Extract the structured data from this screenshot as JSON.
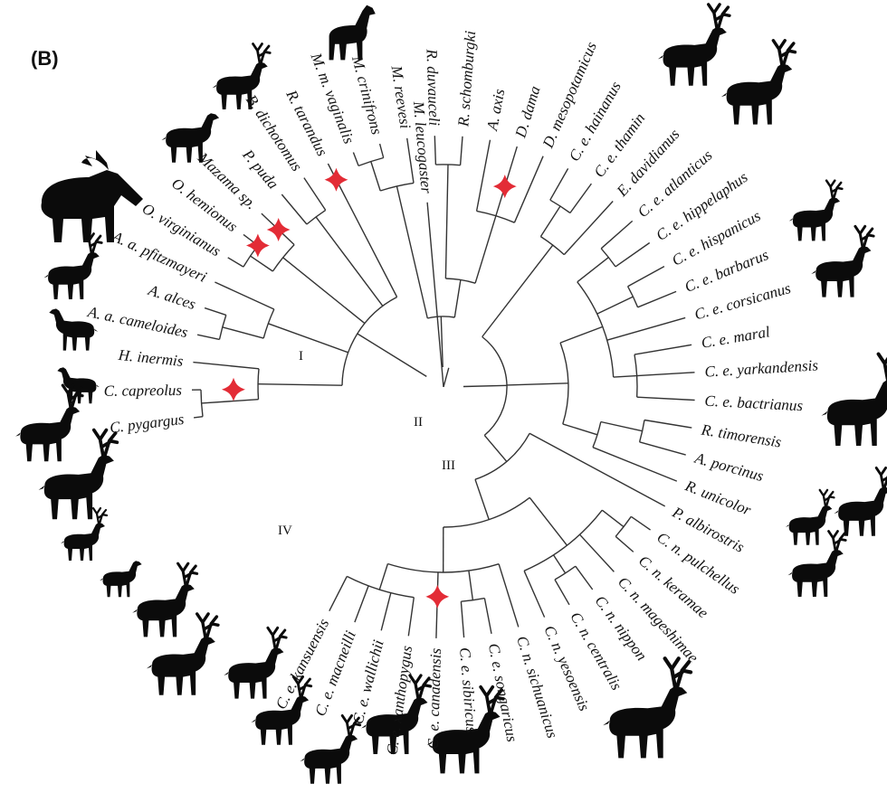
{
  "panel_label": "(B)",
  "clades": [
    "I",
    "II",
    "III",
    "IV"
  ],
  "root_taxon": "M. leucogaster",
  "taxa": [
    "C. pygargus",
    "C. capreolus",
    "H. inermis",
    "A. a. cameloides",
    "A. alces",
    "A. a. pfitzmayeri",
    "O. virginianus",
    "O. hemionus",
    "Mazama sp.",
    "P. puda",
    "B. dichotomus",
    "R. tarandus",
    "M. m. vaginalis",
    "M. crinifrons",
    "M. reevesi",
    "R. duvauceli",
    "R. schomburgki",
    "A. axis",
    "D. dama",
    "D. mesopotamicus",
    "C. e. hainanus",
    "C. e. thamin",
    "E. davidianus",
    "C. e. atlanticus",
    "C. e. hippelaphus",
    "C. e. hispanicus",
    "C. e. barbarus",
    "C. e. corsicanus",
    "C. e. maral",
    "C. e. yarkandensis",
    "C. e. bactrianus",
    "R. timorensis",
    "A. porcinus",
    "R. unicolor",
    "P. albirostris",
    "C. n. pulchellus",
    "C. n. keramae",
    "C. n. mageshimae",
    "C. n. nippon",
    "C. n. centralis",
    "C. n. yesoensis",
    "C. n. sichuanicus",
    "C. e. songaricus",
    "C. e. sibiricus",
    "C. e. canadensis",
    "C. e. xanthopygus",
    "C. e. wallichii",
    "C. e. macneilli",
    "C. e. kansuensis"
  ],
  "marked_taxa": [
    "C. capreolus",
    "O. hemionus",
    "Mazama sp.",
    "R. tarandus",
    "D. dama",
    "C. e. canadensis"
  ],
  "colors": {
    "marker": "#e32c36",
    "line": "#333333",
    "silhouette": "#0b0b0b"
  }
}
